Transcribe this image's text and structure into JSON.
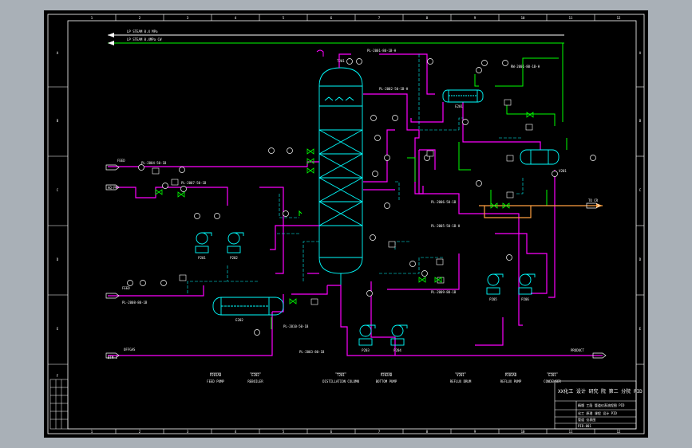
{
  "frame": {
    "col_marks": [
      "1",
      "2",
      "3",
      "4",
      "5",
      "6",
      "7",
      "8",
      "9",
      "10",
      "11",
      "12"
    ],
    "row_marks": [
      "A",
      "B",
      "C",
      "D",
      "E",
      "F"
    ],
    "colors": {
      "frame": "#ffffff",
      "steam": "#ffffff",
      "process": "#ff00ff",
      "utility": "#00ff00",
      "instrument": "#00ffff",
      "heating": "#ffa040",
      "equipment": "#00ffff"
    }
  },
  "labels": {
    "steam1": "LP  STEAM 0.4 MPa",
    "steam2": "LP  STEAM 0.4MPa CW",
    "feed1": "FEED",
    "feed2": "AQ-PR",
    "out1": "BTM-1",
    "out2": "PRODUCT",
    "out3": "OFFGAS",
    "right_out": "TO CR",
    "line_top": "PL-2001-80-1B-H",
    "line_cond": "RW-2001-80-1B-H",
    "line_left1": "PL-2004-50-1B",
    "line_left2": "PL-2007-50-1B",
    "line_mid": "PL-2002-50-1B-H",
    "line_bottom": "PL-2008-80-1B",
    "line_reb": "PL-2003-80-1B",
    "line_reflux": "PL-2006-50-1B",
    "line_v1": "PL-2005-50-1B-H",
    "line_v2": "PL-2009-80-1B",
    "line_v3": "PL-2010-50-1B",
    "cond": "E201",
    "accum": "V201",
    "reb": "E202",
    "p1": "P201",
    "p2": "P202",
    "p3": "P203",
    "p4": "P204",
    "p5": "P205",
    "p6": "P206",
    "tower": "T201"
  },
  "bottom_labels": [
    {
      "tag": "P201AB",
      "desc": "FEED PUMP"
    },
    {
      "tag": "E202",
      "desc": "REBOILER"
    },
    {
      "tag": "T201",
      "desc": "DISTILLATION COLUMN"
    },
    {
      "tag": "P202AB",
      "desc": "BOTTOM PUMP"
    },
    {
      "tag": "V201",
      "desc": "REFLUX DRUM"
    },
    {
      "tag": "P203AB",
      "desc": "REFLUX PUMP"
    },
    {
      "tag": "E201",
      "desc": "CONDENSER"
    }
  ],
  "title_block": {
    "line1": "XX化工 设计 研究 院 第二 分院 PID",
    "line2": "精馏 工段 管道仪表流程图 PID",
    "line3": "化工 原理 课程 设计 PID",
    "line4": "管道 仪表图",
    "line5": "PID-001"
  }
}
